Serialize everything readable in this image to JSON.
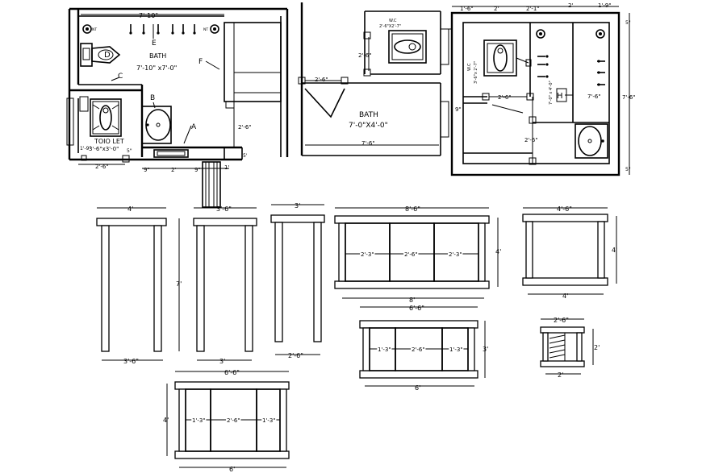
{
  "plans": {
    "plan1": {
      "top_dim": "7'-10\"",
      "bath_label": "BATH",
      "bath_size": "7'-10\" x7'-0\"",
      "toilet_label": "TOIO LET",
      "toilet_size": "3'-6\"x3'-0\"",
      "tag_a": "A",
      "tag_b": "B",
      "tag_c": "C",
      "tag_d": "D",
      "tag_e": "E",
      "tag_f": "F",
      "d_left": "2'-6\"",
      "d_right": "2'-6\"",
      "d_bottom1": "9\"",
      "d_bottom2": "2'",
      "d_bottom3": "9\"",
      "d_bottom4": "1'",
      "d_small1": "1'-9\"",
      "d_small2": "5'",
      "d_small3": "5\"",
      "fixture_left": "NT",
      "fixture_right": "NT"
    },
    "plan2": {
      "wc_label": "W.C",
      "wc_size": "2'-6\"X2'-7\"",
      "bath_label": "BATH",
      "bath_size": "7'-0\"X4'-0\"",
      "d_left_vert": "2'-6\"",
      "d_door": "2'-6\"",
      "d_bottom": "7'-6\""
    },
    "plan3": {
      "d_top1": "1'-6\"",
      "d_top2": "2'",
      "d_top3": "2'-1\"",
      "d_top4": "2'",
      "d_top5": "1'-9\"",
      "d_right": "7'-6\"",
      "d_right_small1": "5\"",
      "d_right_small2": "5\"",
      "wc_label": "W.C",
      "wc_size": "3'-6\"x 2'-7\"",
      "d_mid1": "9\"",
      "d_mid2": "2'-6\"",
      "d_mid3": "2'-6\"",
      "d_inner_vert": "7'-0\" x 4'-0\"",
      "d_inner2": "7'-6\"",
      "tag_h": "H"
    }
  },
  "furniture": {
    "f1": {
      "top": "4'",
      "bottom": "3'-6\""
    },
    "f2": {
      "top": "3'-6\"",
      "bottom": "3'",
      "height": "7'"
    },
    "f3": {
      "top": "3'",
      "bottom": "2'-6\""
    },
    "f4": {
      "top": "8'-6\"",
      "p1": "2'-3\"",
      "p2": "2'-6\"",
      "p3": "2'-3\"",
      "bottom": "8'",
      "height": "4'"
    },
    "f5": {
      "top": "4'-6\"",
      "bottom": "4'",
      "height": "4'"
    },
    "f6": {
      "top": "6'-6\"",
      "p1": "1'-3\"",
      "p2": "2'-6\"",
      "p3": "1'-3\"",
      "bottom": "6'",
      "height": "3'"
    },
    "f7": {
      "top": "2'-6\"",
      "bottom": "2'",
      "height": "2'"
    },
    "f8": {
      "top": "6'-6\"",
      "p1": "1'-3\"",
      "p2": "2'-6\"",
      "p3": "1'-3\"",
      "bottom": "6'",
      "height": "4'"
    }
  }
}
